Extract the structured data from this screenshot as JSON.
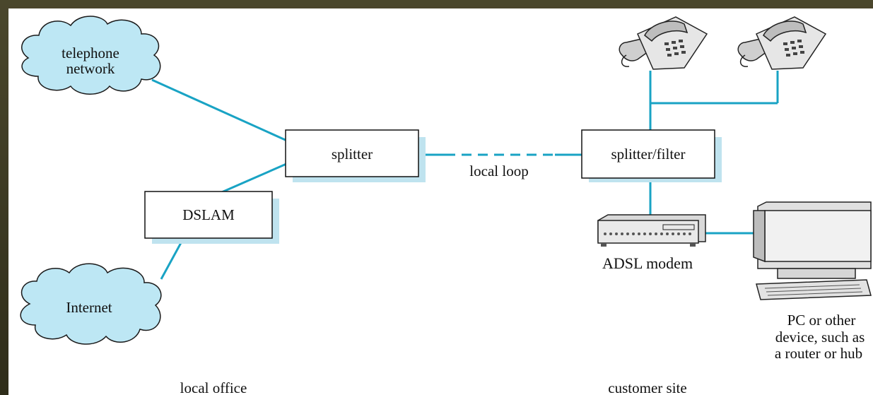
{
  "diagram": {
    "clouds": {
      "telephone_network": [
        "telephone",
        "network"
      ],
      "internet": "Internet"
    },
    "boxes": {
      "splitter": "splitter",
      "dslam": "DSLAM",
      "splitter_filter": "splitter/filter"
    },
    "labels": {
      "local_loop": "local loop",
      "adsl_modem": "ADSL modem",
      "pc_lines": [
        "PC or other",
        "device, such as",
        "a router or hub"
      ],
      "local_office": "local office",
      "customer_site": "customer site"
    },
    "colors": {
      "link": "#19a3c4",
      "cloud_fill": "#bde7f4",
      "frame": "#3d3b24"
    }
  }
}
